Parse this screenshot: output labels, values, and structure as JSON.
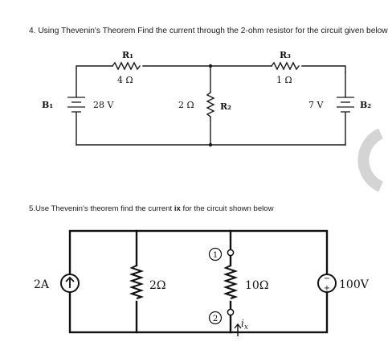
{
  "question4": {
    "text": "4. Using Thevenin's Theorem Find the current through the 2-ohm resistor for the circuit given below",
    "circuit": {
      "r1_name": "R₁",
      "r1_value": "4 Ω",
      "r3_name": "R₃",
      "r3_value": "1 Ω",
      "b1_name": "B₁",
      "b1_value": "28 V",
      "r2_name": "R₂",
      "r2_value": "2 Ω",
      "b2_name": "B₂",
      "b2_value": "7 V"
    }
  },
  "question5": {
    "text_prefix": "5.Use Thevenin's theorem find the current ",
    "current_symbol": "ix",
    "text_suffix": " for the circuit shown below",
    "circuit": {
      "source_current": "2A",
      "resistor_a": "2Ω",
      "resistor_b": "10Ω",
      "node_1": "1",
      "node_2": "2",
      "current_label_i": "i",
      "current_label_sub": "x",
      "source_voltage": "100V"
    }
  }
}
